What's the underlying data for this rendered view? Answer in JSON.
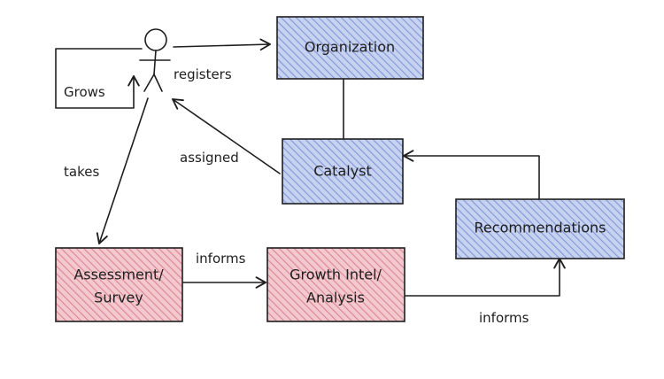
{
  "diagram": {
    "actor_name": "",
    "nodes": {
      "organization": "Organization",
      "catalyst": "Catalyst",
      "recommendations": "Recommendations",
      "assessment_line1": "Assessment/",
      "assessment_line2": "Survey",
      "growth_line1": "Growth Intel/",
      "growth_line2": "Analysis"
    },
    "edges": {
      "grows": "Grows",
      "registers": "registers",
      "assigned": "assigned",
      "takes": "takes",
      "informs_1": "informs",
      "informs_2": "informs"
    }
  },
  "colors": {
    "blue_fill": "#c7d2f0",
    "blue_hatch": "#8096d6",
    "red_fill": "#f3c9cf",
    "red_hatch": "#d98590",
    "stroke": "#1e1e1e"
  }
}
